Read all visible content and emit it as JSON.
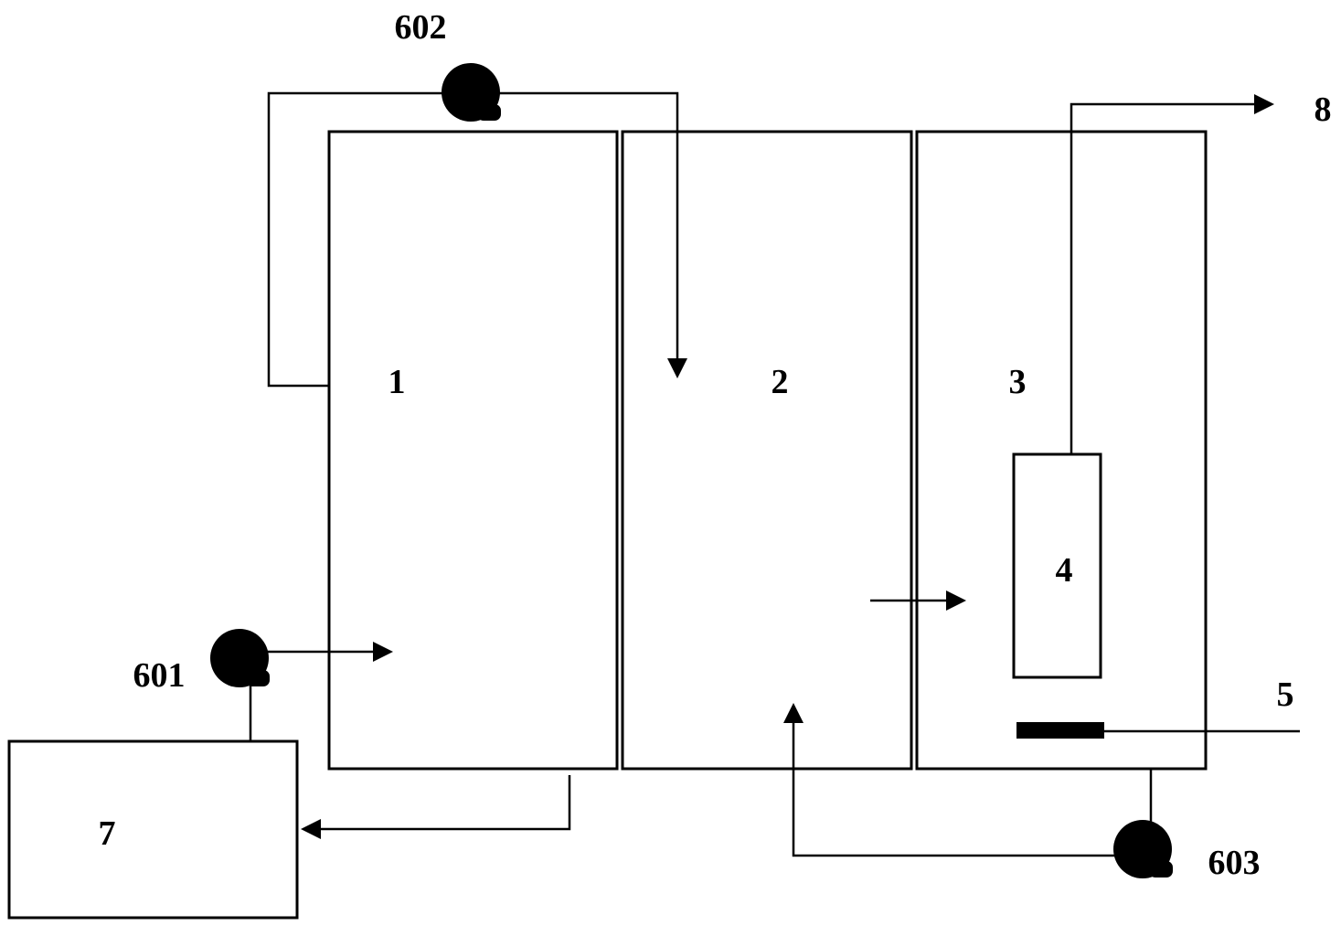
{
  "labels": {
    "tank_1": "1",
    "tank_2": "2",
    "tank_3": "3",
    "membrane_4": "4",
    "aerator_5": "5",
    "pump_601": "601",
    "pump_602": "602",
    "pump_603": "603",
    "tank_7": "7",
    "outlet_8": "8"
  },
  "colors": {
    "line": "#000000",
    "background": "#ffffff"
  }
}
